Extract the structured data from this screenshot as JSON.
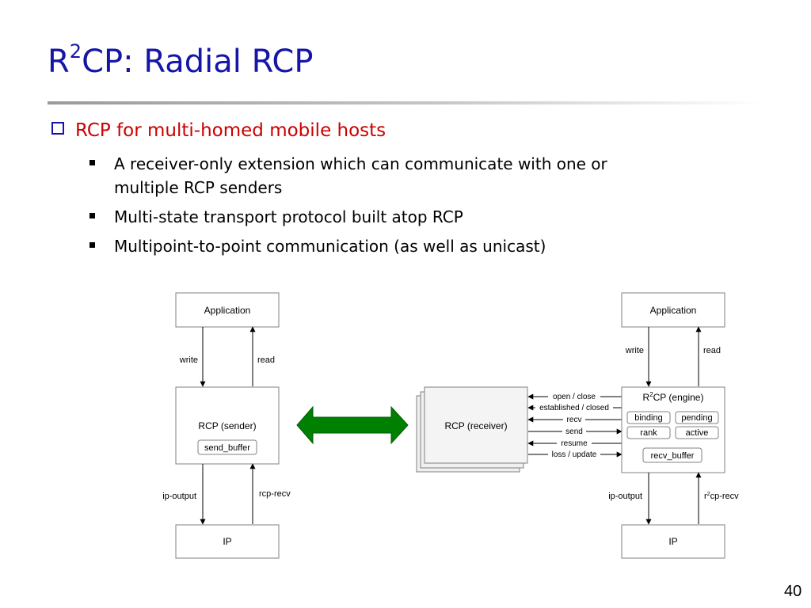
{
  "slide": {
    "title_prefix": "R",
    "title_sup": "2",
    "title_suffix": "CP: Radial RCP",
    "bullet_main": "RCP for multi-homed mobile hosts",
    "sub_bullets": [
      {
        "line1": "A receiver-only extension which can communicate with one or",
        "line2": "multiple RCP senders"
      },
      {
        "line1": "Multi-state transport protocol built atop RCP"
      },
      {
        "line1": "Multipoint-to-point communication (as well as unicast)"
      }
    ],
    "page_number": "40"
  },
  "diagram": {
    "sender": {
      "app": "Application",
      "write": "write",
      "read": "read",
      "name": "RCP (sender)",
      "buffer": "send_buffer",
      "ip_output": "ip-output",
      "rcp_recv": "rcp-recv",
      "ip": "IP"
    },
    "receiver": {
      "name": "RCP (receiver)"
    },
    "signals": [
      "open / close",
      "established / closed",
      "recv",
      "send",
      "resume",
      "loss / update"
    ],
    "engine": {
      "app": "Application",
      "write": "write",
      "read": "read",
      "name_prefix": "R",
      "name_sup": "2",
      "name_suffix": "CP (engine)",
      "states": [
        "binding",
        "pending",
        "rank",
        "active"
      ],
      "buffer": "recv_buffer",
      "ip_output": "ip-output",
      "recv_prefix": "r",
      "recv_sup": "2",
      "recv_suffix": "cp-recv",
      "ip": "IP"
    },
    "colors": {
      "arrow": "#008000",
      "title": "#1515a8",
      "bullet_red": "#cc0000"
    }
  }
}
